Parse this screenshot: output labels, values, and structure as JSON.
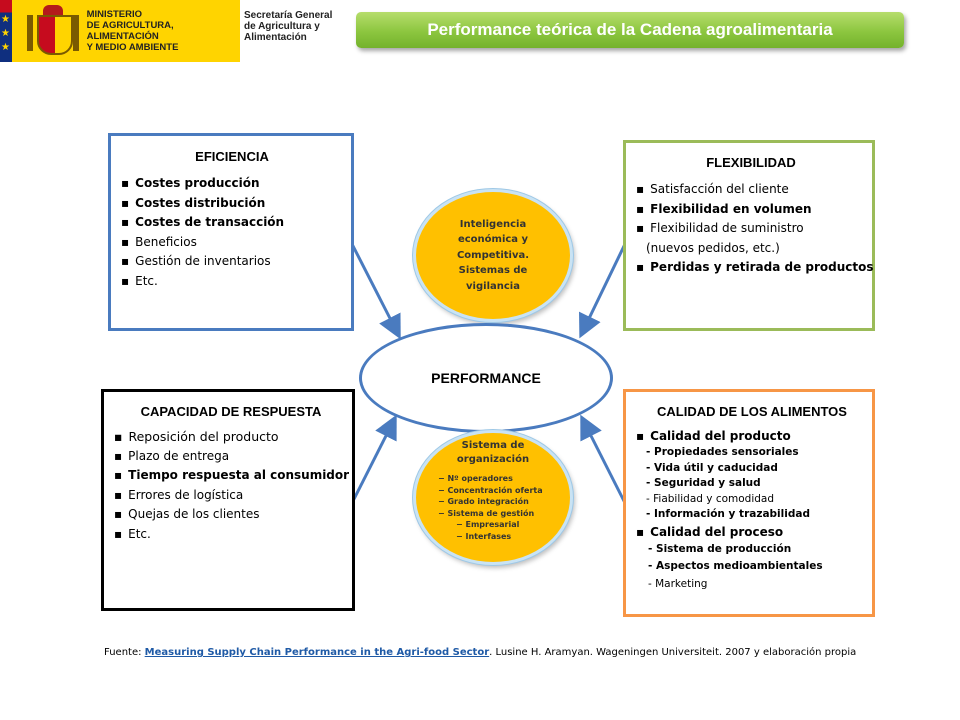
{
  "header": {
    "ministry_lines": [
      "MINISTERIO",
      "DE AGRICULTURA, ALIMENTACIÓN",
      "Y MEDIO AMBIENTE"
    ],
    "secretaria_lines": [
      "Secretaría General",
      "de Agricultura y",
      "Alimentación"
    ],
    "title": "Performance teórica de la Cadena agroalimentaria"
  },
  "eficiencia": {
    "title": "EFICIENCIA",
    "items": [
      "Costes producción",
      "Costes distribución",
      "Costes de transacción",
      "Beneficios",
      "Gestión de inventarios",
      "Etc."
    ]
  },
  "flexibilidad": {
    "title": "FLEXIBILIDAD",
    "items": [
      "Satisfacción del cliente",
      "Flexibilidad en volumen",
      "Flexibilidad de suministro",
      "(nuevos pedidos, etc.)",
      "Perdidas y retirada de productos"
    ]
  },
  "capacidad": {
    "title": "CAPACIDAD DE RESPUESTA",
    "items": [
      "Reposición del producto",
      "Plazo de entrega",
      "Tiempo respuesta al consumidor",
      "Errores de logística",
      "Quejas de los clientes",
      "Etc."
    ]
  },
  "calidad": {
    "title": "CALIDAD DE LOS ALIMENTOS",
    "producto_head": "Calidad del producto",
    "producto_items": [
      "- Propiedades sensoriales",
      "- Vida útil y caducidad",
      "- Seguridad y salud",
      "- Fiabilidad y comodidad",
      "- Información  y trazabilidad"
    ],
    "proceso_head": "Calidad del proceso",
    "proceso_items": [
      "- Sistema de producción",
      "- Aspectos medioambientales",
      "- Marketing"
    ]
  },
  "inteligencia": {
    "text": "Inteligencia económica y Competitiva. Sistemas de vigilancia"
  },
  "organizacion": {
    "title": "Sistema de organización",
    "items": [
      "− Nº operadores",
      "− Concentración oferta",
      "− Grado integración",
      "− Sistema de gestión"
    ],
    "subitems": [
      "− Empresarial",
      "− Interfases"
    ]
  },
  "performance": {
    "label": "PERFORMANCE"
  },
  "footer": {
    "prefix": "Fuente: ",
    "link_text": "Measuring Supply Chain Performance in the Agri-food Sector",
    "suffix": ". Lusine H. Aramyan. Wageningen Universiteit. 2007 y elaboración propia"
  },
  "colors": {
    "blue": "#4a7bbf",
    "green": "#9bbb59",
    "orange": "#f79646",
    "circle_fill": "#ffc000",
    "banner_green": "#8cc63f"
  }
}
